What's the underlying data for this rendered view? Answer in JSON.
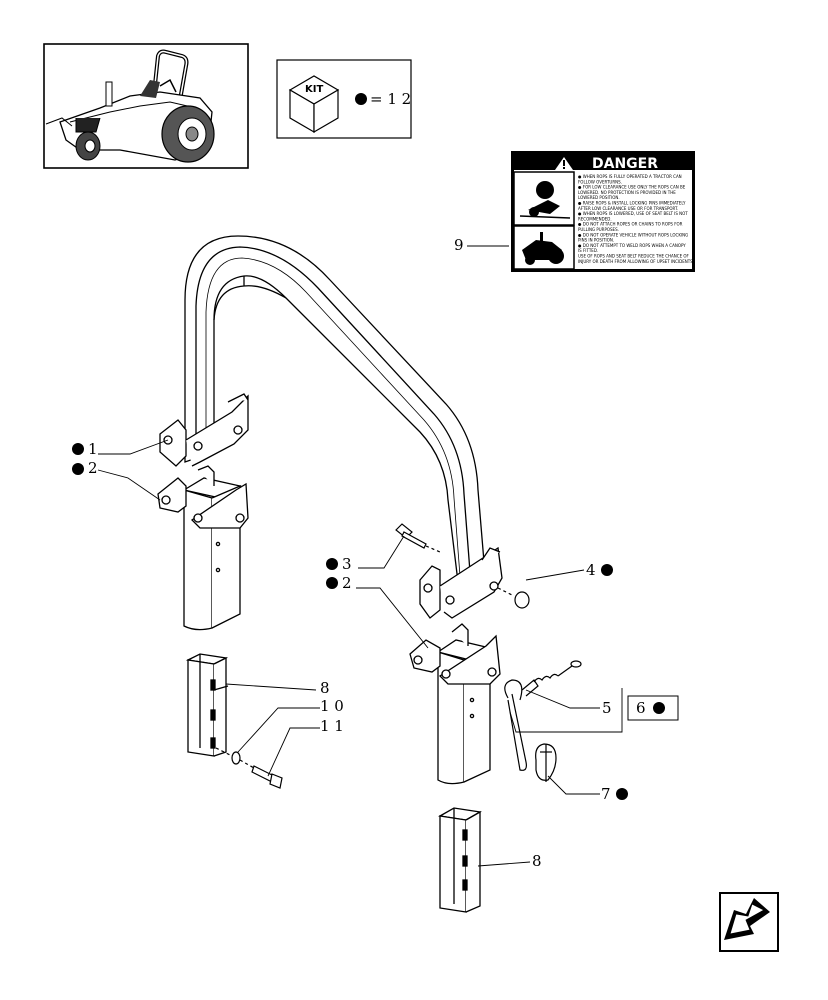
{
  "kit_box": {
    "label": "KIT",
    "equals": "= 1 2"
  },
  "danger_decal": {
    "title": "DANGER",
    "lines": [
      "● WHEN ROPS IS FULLY OPERATED A TRACTOR CAN",
      "FOLLOW OVERTURNS.",
      "● FOR LOW CLEARANCE USE ONLY THE ROPS CAN BE",
      "LOWERED. NO PROTECTION IS PROVIDED IN THE",
      "LOWERED POSITION.",
      "● RAISE ROPS & INSTALL LOCKING PINS IMMEDIATELY",
      "AFTER LOW CLEARANCE USE OR FOR TRANSPORT.",
      "● WHEN ROPS IS LOWERED, USE OF SEAT BELT IS NOT",
      "RECOMMENDED.",
      "● DO NOT ATTACH ROPES OR CHAINS TO ROPS FOR",
      "PULLING PURPOSES.",
      "● DO NOT OPERATE VEHICLE WITHOUT ROPS LOCKING",
      "PINS IN POSITION.",
      "● DO NOT ATTEMPT TO WELD ROPS WHEN A CANOPY",
      "IS FITTED.",
      "USE OF ROPS AND SEAT BELT REDUCE THE CHANCE OF",
      "INJURY OR DEATH FROM ALLOWING OF UPSET INCIDENTS."
    ]
  },
  "callouts": [
    {
      "id": "c1",
      "text": "1"
    },
    {
      "id": "c2a",
      "text": "2"
    },
    {
      "id": "c3",
      "text": "3"
    },
    {
      "id": "c2b",
      "text": "2"
    },
    {
      "id": "c4",
      "text": "4"
    },
    {
      "id": "c5",
      "text": "5"
    },
    {
      "id": "c6",
      "text": "6"
    },
    {
      "id": "c7",
      "text": "7"
    },
    {
      "id": "c8a",
      "text": "8"
    },
    {
      "id": "c10",
      "text": "1 0"
    },
    {
      "id": "c11",
      "text": "1 1"
    },
    {
      "id": "c8b",
      "text": "8"
    },
    {
      "id": "c9",
      "text": "9"
    }
  ],
  "colors": {
    "line": "#000000",
    "background": "#ffffff",
    "decal_black": "#000000"
  },
  "icons": {
    "tractor_thumbnail": "tractor-with-rops-thumbnail",
    "kit_cube": "kit-cube-icon",
    "nav_arrow": "previous-page-arrow-icon",
    "warning_triangle": "warning-triangle-icon"
  }
}
